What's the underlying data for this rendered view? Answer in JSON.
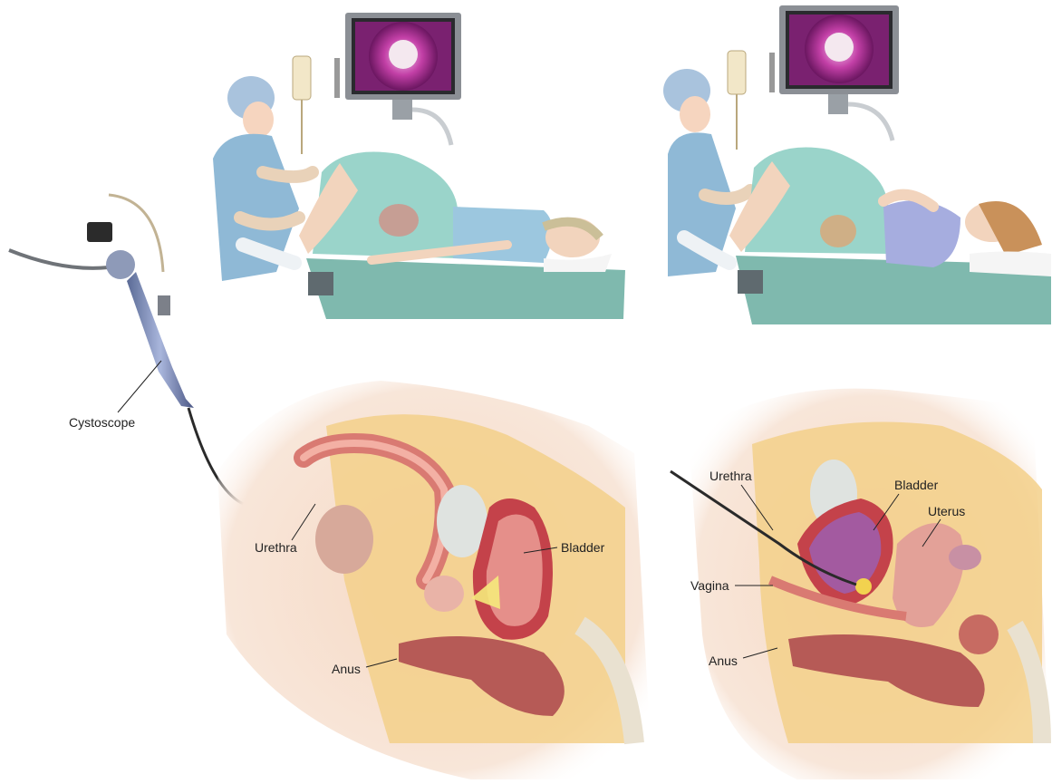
{
  "labels": {
    "cystoscope": "Cystoscope",
    "male_urethra": "Urethra",
    "male_bladder": "Bladder",
    "male_anus": "Anus",
    "female_urethra": "Urethra",
    "female_bladder": "Bladder",
    "female_uterus": "Uterus",
    "female_vagina": "Vagina",
    "female_anus": "Anus"
  },
  "colors": {
    "skin": "#f6d9c4",
    "drape": "#8fcfc4",
    "table": "#7fb9ae",
    "scrubs": "#9cc7df",
    "monitor_screen": "#c23fa6",
    "fat_layer": "#f3d089",
    "muscle": "#d97a72",
    "bladder_wall": "#c4424a",
    "label_line": "#222222"
  }
}
